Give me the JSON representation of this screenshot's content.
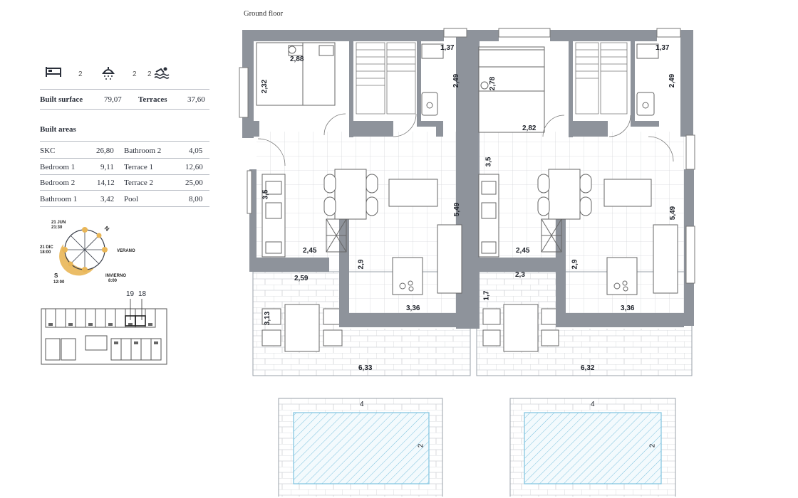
{
  "title": "Ground floor",
  "summary": {
    "bedrooms": "2",
    "bathrooms": "2",
    "pools": "2",
    "built_surface_label": "Built surface",
    "built_surface_value": "79,07",
    "terraces_label": "Terraces",
    "terraces_value": "37,60"
  },
  "built_areas": {
    "heading": "Built areas",
    "rows": [
      {
        "l1": "SKC",
        "v1": "26,80",
        "l2": "Bathroom 2",
        "v2": "4,05"
      },
      {
        "l1": "Bedroom 1",
        "v1": "9,11",
        "l2": "Terrace 1",
        "v2": "12,60"
      },
      {
        "l1": "Bedroom 2",
        "v1": "14,12",
        "l2": "Terrace 2",
        "v2": "25,00"
      },
      {
        "l1": "Bathroom 1",
        "v1": "3,42",
        "l2": "Pool",
        "v2": "8,00"
      }
    ]
  },
  "sun": {
    "jun": "21 JUN",
    "jun_time": "21:30",
    "dic": "21 DIC",
    "dic_time": "18:00",
    "verano": "VERANO",
    "invierno": "INVIERNO",
    "invierno_time": "8:00",
    "s": "S",
    "s_time": "12:00",
    "n": "N"
  },
  "keyplan": {
    "unit_a": "19",
    "unit_b": "18"
  },
  "dims_left": {
    "bed_w": "2,88",
    "bed_h": "2,32",
    "bath_w": "1,37",
    "bath_h": "2,49",
    "kitchen_h": "3,5",
    "living_h": "5,49",
    "kitchen_w": "2,45",
    "hall_h": "2,9",
    "terr_w": "2,59",
    "terr_h": "3,13",
    "living_w": "3,36",
    "garden_w": "6,33"
  },
  "dims_right": {
    "bed_h": "2,78",
    "bed_w": "2,82",
    "bath_w": "1,37",
    "bath_h": "2,49",
    "kitchen_h": "3,5",
    "living_h": "5,49",
    "kitchen_w": "2,45",
    "hall_h": "2,9",
    "terr_w": "2,3",
    "terr_h": "1,7",
    "living_w": "3,36",
    "garden_w": "6,32"
  },
  "pool_left": {
    "w": "4",
    "h": "2"
  },
  "pool_right": {
    "w": "4",
    "h": "2"
  }
}
